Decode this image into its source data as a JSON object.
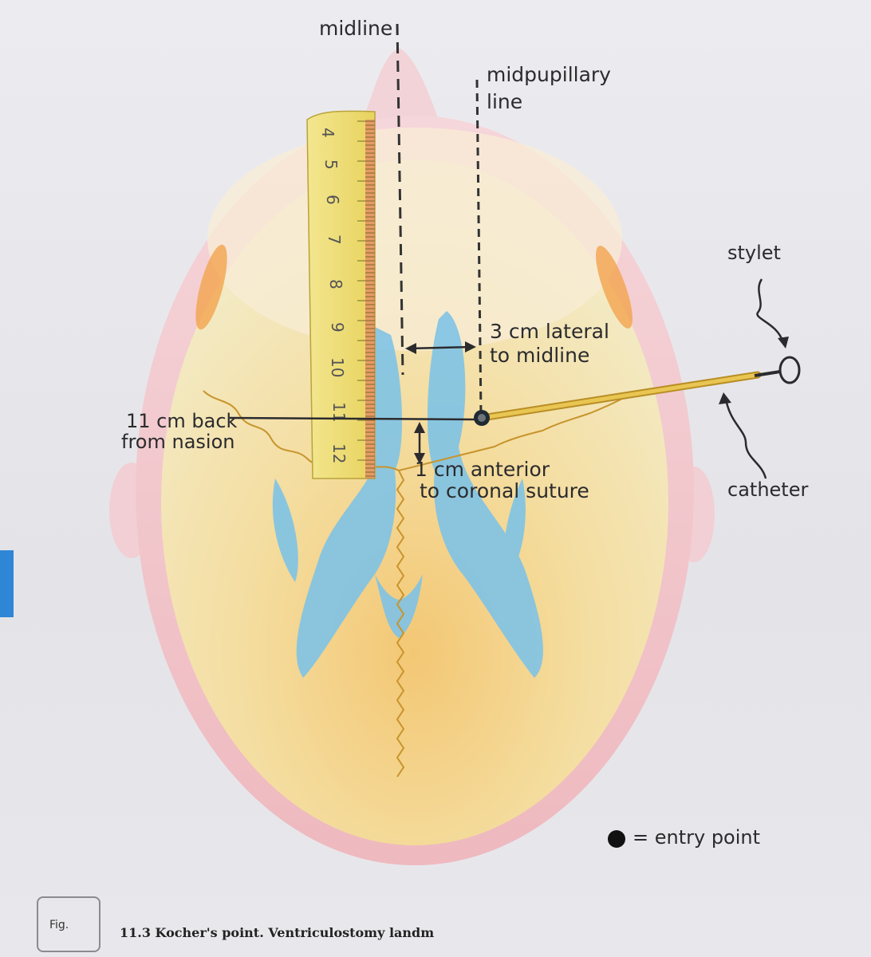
{
  "labels": {
    "midline": "midline",
    "midpupillary_1": "midpupillary",
    "midpupillary_2": "line",
    "stylet": "stylet",
    "lateral_1": "3 cm lateral",
    "lateral_2": "to midline",
    "back_1": "11 cm back",
    "back_2": "from nasion",
    "anterior_1": "1 cm anterior",
    "anterior_2": "to coronal suture",
    "catheter": "catheter",
    "legend": "= entry point"
  },
  "ruler": {
    "numbers": [
      "4",
      "5",
      "6",
      "7",
      "8",
      "9",
      "10",
      "11",
      "12"
    ]
  },
  "caption": {
    "prefix": "Fig.",
    "text": "11.3 Kocher's point. Ventriculostomy landm"
  },
  "colors": {
    "skull_outer": "#f1cdd2",
    "skull_inner": "#f4e6b0",
    "ventricle": "#7fc3e6",
    "ruler": "#efe07a",
    "catheter": "#e0b53a",
    "suture": "#c8942c",
    "tab": "#2f86d6"
  }
}
